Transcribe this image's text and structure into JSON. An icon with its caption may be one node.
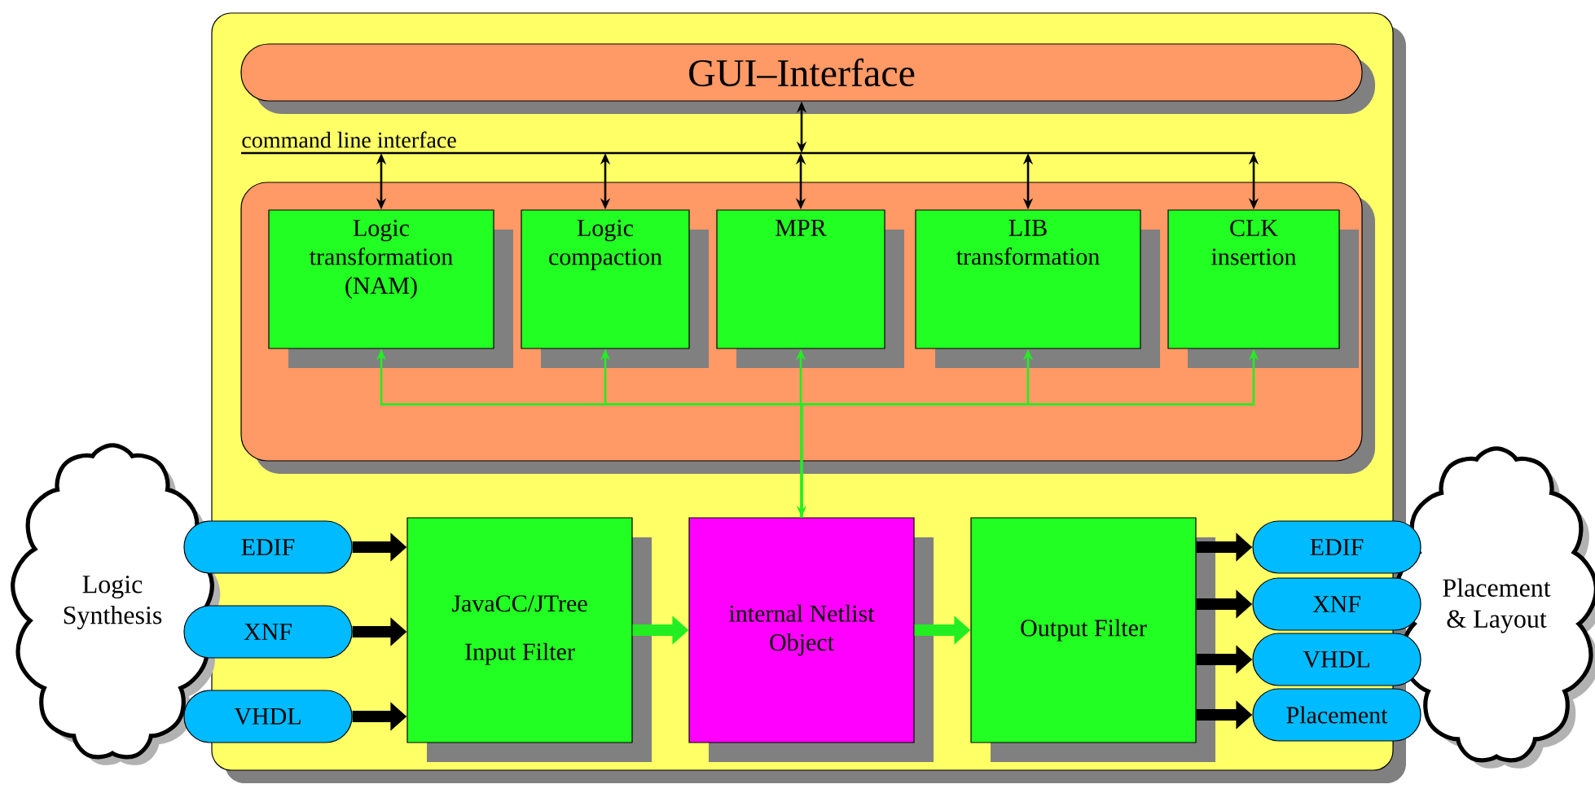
{
  "diagram": {
    "nodes": [
      {
        "text": [],
        "shape": "box"
      },
      {
        "text": [
          "GUI–Interface"
        ],
        "in": 0
      },
      {
        "text": [
          "command line interface"
        ],
        "in": 0
      },
      {
        "text": [],
        "shape": "box",
        "in": 0
      },
      {
        "text": [
          "Logic transformation (NAM)"
        ],
        "in": 3
      },
      {
        "text": [
          "Logic compaction"
        ],
        "in": 3
      },
      {
        "text": [
          "MPR"
        ],
        "in": 3
      },
      {
        "text": [
          "LIB transformation"
        ],
        "in": 3
      },
      {
        "text": [
          "CLK insertion"
        ],
        "in": 3
      },
      {
        "text": [
          "Logic Synthesis"
        ]
      },
      {
        "text": [
          "EDIF"
        ]
      },
      {
        "text": [
          "XNF"
        ]
      },
      {
        "text": [
          "VHDL"
        ]
      },
      {
        "text": [
          "JavaCC/JTree",
          "Input Filter"
        ],
        "in": 0
      },
      {
        "text": [
          "internal Netlist Object"
        ],
        "in": 0
      },
      {
        "text": [
          "Output Filter"
        ],
        "in": 0
      },
      {
        "text": [
          "EDIF"
        ]
      },
      {
        "text": [
          "XNF"
        ]
      },
      {
        "text": [
          "VHDL"
        ]
      },
      {
        "text": [
          "Placement"
        ]
      },
      {
        "text": [
          "Placement & Layout"
        ]
      }
    ],
    "edges": [
      {
        "from": 1,
        "to": 2,
        "arrow": "both"
      },
      {
        "from": 2,
        "to": 4,
        "arrow": "both"
      },
      {
        "from": 2,
        "to": 5,
        "arrow": "both"
      },
      {
        "from": 2,
        "to": 6,
        "arrow": "both"
      },
      {
        "from": 2,
        "to": 7,
        "arrow": "both"
      },
      {
        "from": 2,
        "to": 8,
        "arrow": "both"
      },
      {
        "from": 14,
        "to": 4,
        "arrow": "to",
        "color": "#22ee22"
      },
      {
        "from": 14,
        "to": 5,
        "arrow": "to",
        "color": "#22ee22"
      },
      {
        "from": 14,
        "to": 6,
        "arrow": "both",
        "color": "#22ee22"
      },
      {
        "from": 14,
        "to": 7,
        "arrow": "to",
        "color": "#22ee22"
      },
      {
        "from": 14,
        "to": 8,
        "arrow": "to",
        "color": "#22ee22"
      },
      {
        "from": 10,
        "to": 13,
        "arrow": "to",
        "style": "thick"
      },
      {
        "from": 11,
        "to": 13,
        "arrow": "to",
        "style": "thick"
      },
      {
        "from": 12,
        "to": 13,
        "arrow": "to",
        "style": "thick"
      },
      {
        "from": 13,
        "to": 14,
        "arrow": "to",
        "style": "thick",
        "color": "#22ee22"
      },
      {
        "from": 14,
        "to": 15,
        "arrow": "to",
        "style": "thick",
        "color": "#22ee22"
      },
      {
        "from": 15,
        "to": 16,
        "arrow": "to",
        "style": "thick"
      },
      {
        "from": 15,
        "to": 17,
        "arrow": "to",
        "style": "thick"
      },
      {
        "from": 15,
        "to": 18,
        "arrow": "to",
        "style": "thick"
      },
      {
        "from": 15,
        "to": 19,
        "arrow": "to",
        "style": "thick"
      }
    ]
  }
}
